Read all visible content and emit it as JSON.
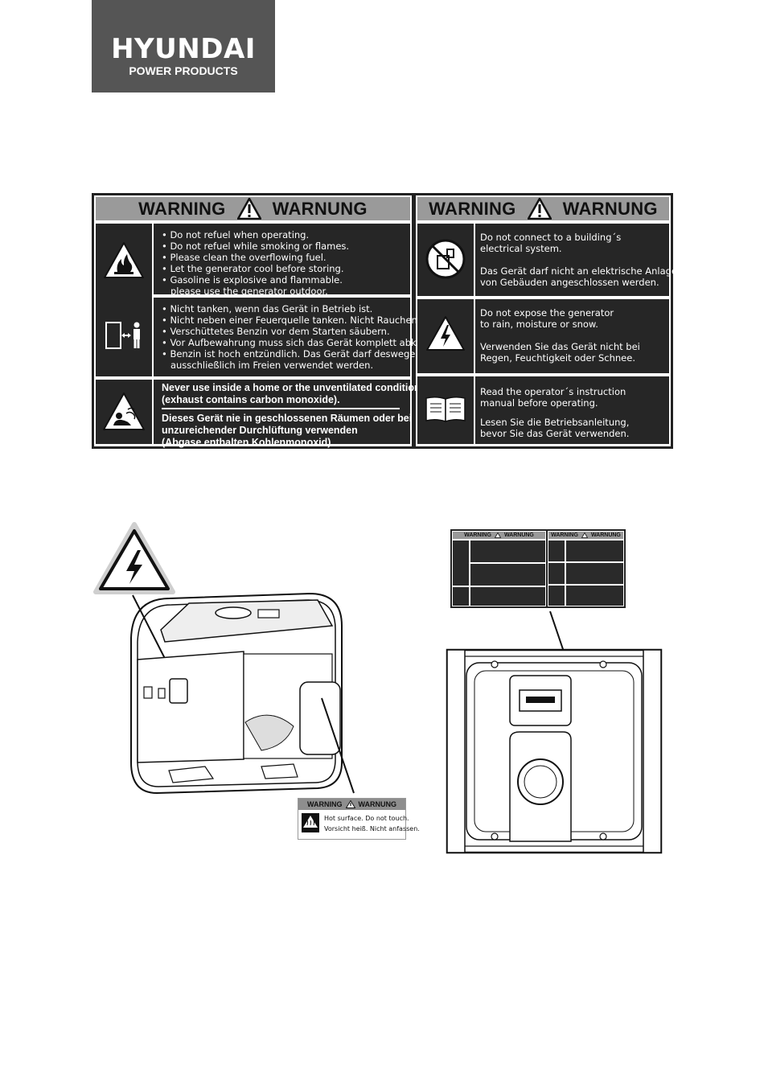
{
  "logo": {
    "brand": "HYUNDAI",
    "sub": "POWER PRODUCTS"
  },
  "warning_panel": {
    "left_header": {
      "en": "WARNING",
      "de": "WARNUNG"
    },
    "right_header": {
      "en": "WARNING",
      "de": "WARNUNG"
    },
    "left": {
      "en_lines": "• Do not refuel when operating.\n• Do not refuel while smoking or flames.\n• Please clean the overflowing fuel.\n• Let the generator cool before storing.\n• Gasoline is explosive and flammable.\n   please use the generator outdoor.",
      "de_lines": "• Nicht tanken, wenn das Gerät in Betrieb ist.\n• Nicht neben einer Feuerquelle tanken. Nicht Rauchen.\n• Verschüttetes Benzin vor dem Starten säubern.\n• Vor Aufbewahrung muss sich das Gerät komplett abkühlen.\n• Benzin ist hoch entzündlich. Das Gerät darf deswegen\n   ausschließlich im Freien verwendet werden.",
      "co_en": "Never use inside a home or the unventilated condition\n(exhaust contains carbon monoxide).",
      "co_de": "Dieses Gerät nie in geschlossenen Räumen oder bei\nunzureichender Durchlüftung verwenden\n(Abgase enthalten Kohlenmonoxid)."
    },
    "right": {
      "r1_en": "Do not connect to a building´s\nelectrical system.",
      "r1_de": "Das Gerät darf nicht an elektrische Anlagen\nvon Gebäuden angeschlossen werden.",
      "r2_en": "Do not expose the generator\nto rain, moisture or snow.",
      "r2_de": "Verwenden Sie das Gerät nicht bei\nRegen, Feuchtigkeit oder Schnee.",
      "r3_en": "Read the operator´s instruction\nmanual before operating.",
      "r3_de": "Lesen Sie die Betriebsanleitung,\nbevor Sie das Gerät verwenden."
    }
  },
  "hot_label": {
    "header_en": "WARNING",
    "header_de": "WARNUNG",
    "line_en": "Hot surface. Do not touch.",
    "line_de": "Vorsicht heiß. Nicht anfassen."
  },
  "mini_label": {
    "header_en": "WARNING",
    "header_de": "WARNUNG"
  }
}
